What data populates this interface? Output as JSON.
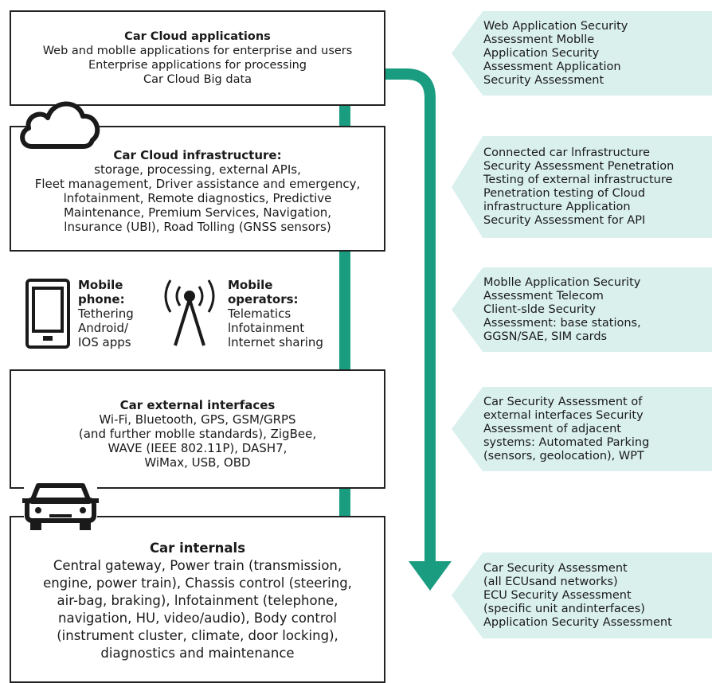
{
  "colors": {
    "arrow": "#1a9c80",
    "badge_bg": "#d9f0ed",
    "border": "#222222"
  },
  "boxes": {
    "cloud_apps": {
      "title": "Car Cloud applications",
      "lines": [
        "Web and moblle applications for enterprise and users",
        "Enterprise applications for processing",
        "Car Cloud Big data"
      ]
    },
    "cloud_infra": {
      "title": "Car Cloud infrastructure:",
      "lines": [
        "storage, processing, external APIs,",
        "Fleet management, Driver assistance and emergency,",
        "lnfotainment, Remote diagnostics, Predictive",
        "Maintenance, Premium Services, Navigation,",
        "lnsurance (UBI), Road Tolling (GNSS sensors)"
      ]
    },
    "external": {
      "title": "Car external interfaces",
      "lines": [
        "Wi-Fi, Bluetooth, GPS, GSM/GRPS",
        "(and further moblle standards), ZigBee,",
        "WAVE (IEEE 802.11P), DASH7,",
        "WiMax, USB, OBD"
      ]
    },
    "internals": {
      "title": "Car internals",
      "lines": [
        "Central gateway, Power train (transmission,",
        "engine, power train), Chassis control (steering,",
        "air-bag, braking), lnfotainment (telephone,",
        "navigation, HU, video/audio), Body control",
        "(instrument cluster, climate, door locking),",
        "diagnostics and maintenance"
      ]
    }
  },
  "mobile_phone": {
    "title_1": "Mobile",
    "title_2": "phone:",
    "lines": [
      "Tethering",
      "Android/",
      "IOS apps"
    ]
  },
  "mobile_operators": {
    "title_1": "Mobile",
    "title_2": "operators:",
    "lines": [
      "Telematics",
      "lnfotainment",
      "lnternet sharing"
    ]
  },
  "assessments": [
    {
      "lines": [
        "Web Application Security",
        "Assessment Moblle",
        "Application Security",
        "Assessment Application",
        "Security Assessment"
      ]
    },
    {
      "lines": [
        "Connected car lnfrastructure",
        "Security Assessment Penetration",
        "Testing of external infrastructure",
        "Penetration testing of Cloud",
        "infrastructure Application",
        "Security Assessment for API"
      ]
    },
    {
      "lines": [
        "Moblle Application Security",
        "Assessment Telecom",
        "Client-slde Security",
        "Assessment: base stations,",
        "GGSN/SAE, SIM cards"
      ]
    },
    {
      "lines": [
        "Car Security Assessment of",
        "external interfaces Security",
        "Assessment of adjacent",
        "systems: Automated Parking",
        "(sensors, geolocation), WPT"
      ]
    },
    {
      "lines": [
        "Car Security Assessment",
        "(all ECUsand networks)",
        "ECU Security Assessment",
        "(specific unit andinterfaces)",
        "Application Security Assessment"
      ]
    }
  ],
  "icons": [
    "cloud-icon",
    "phone-icon",
    "antenna-icon",
    "car-icon"
  ]
}
